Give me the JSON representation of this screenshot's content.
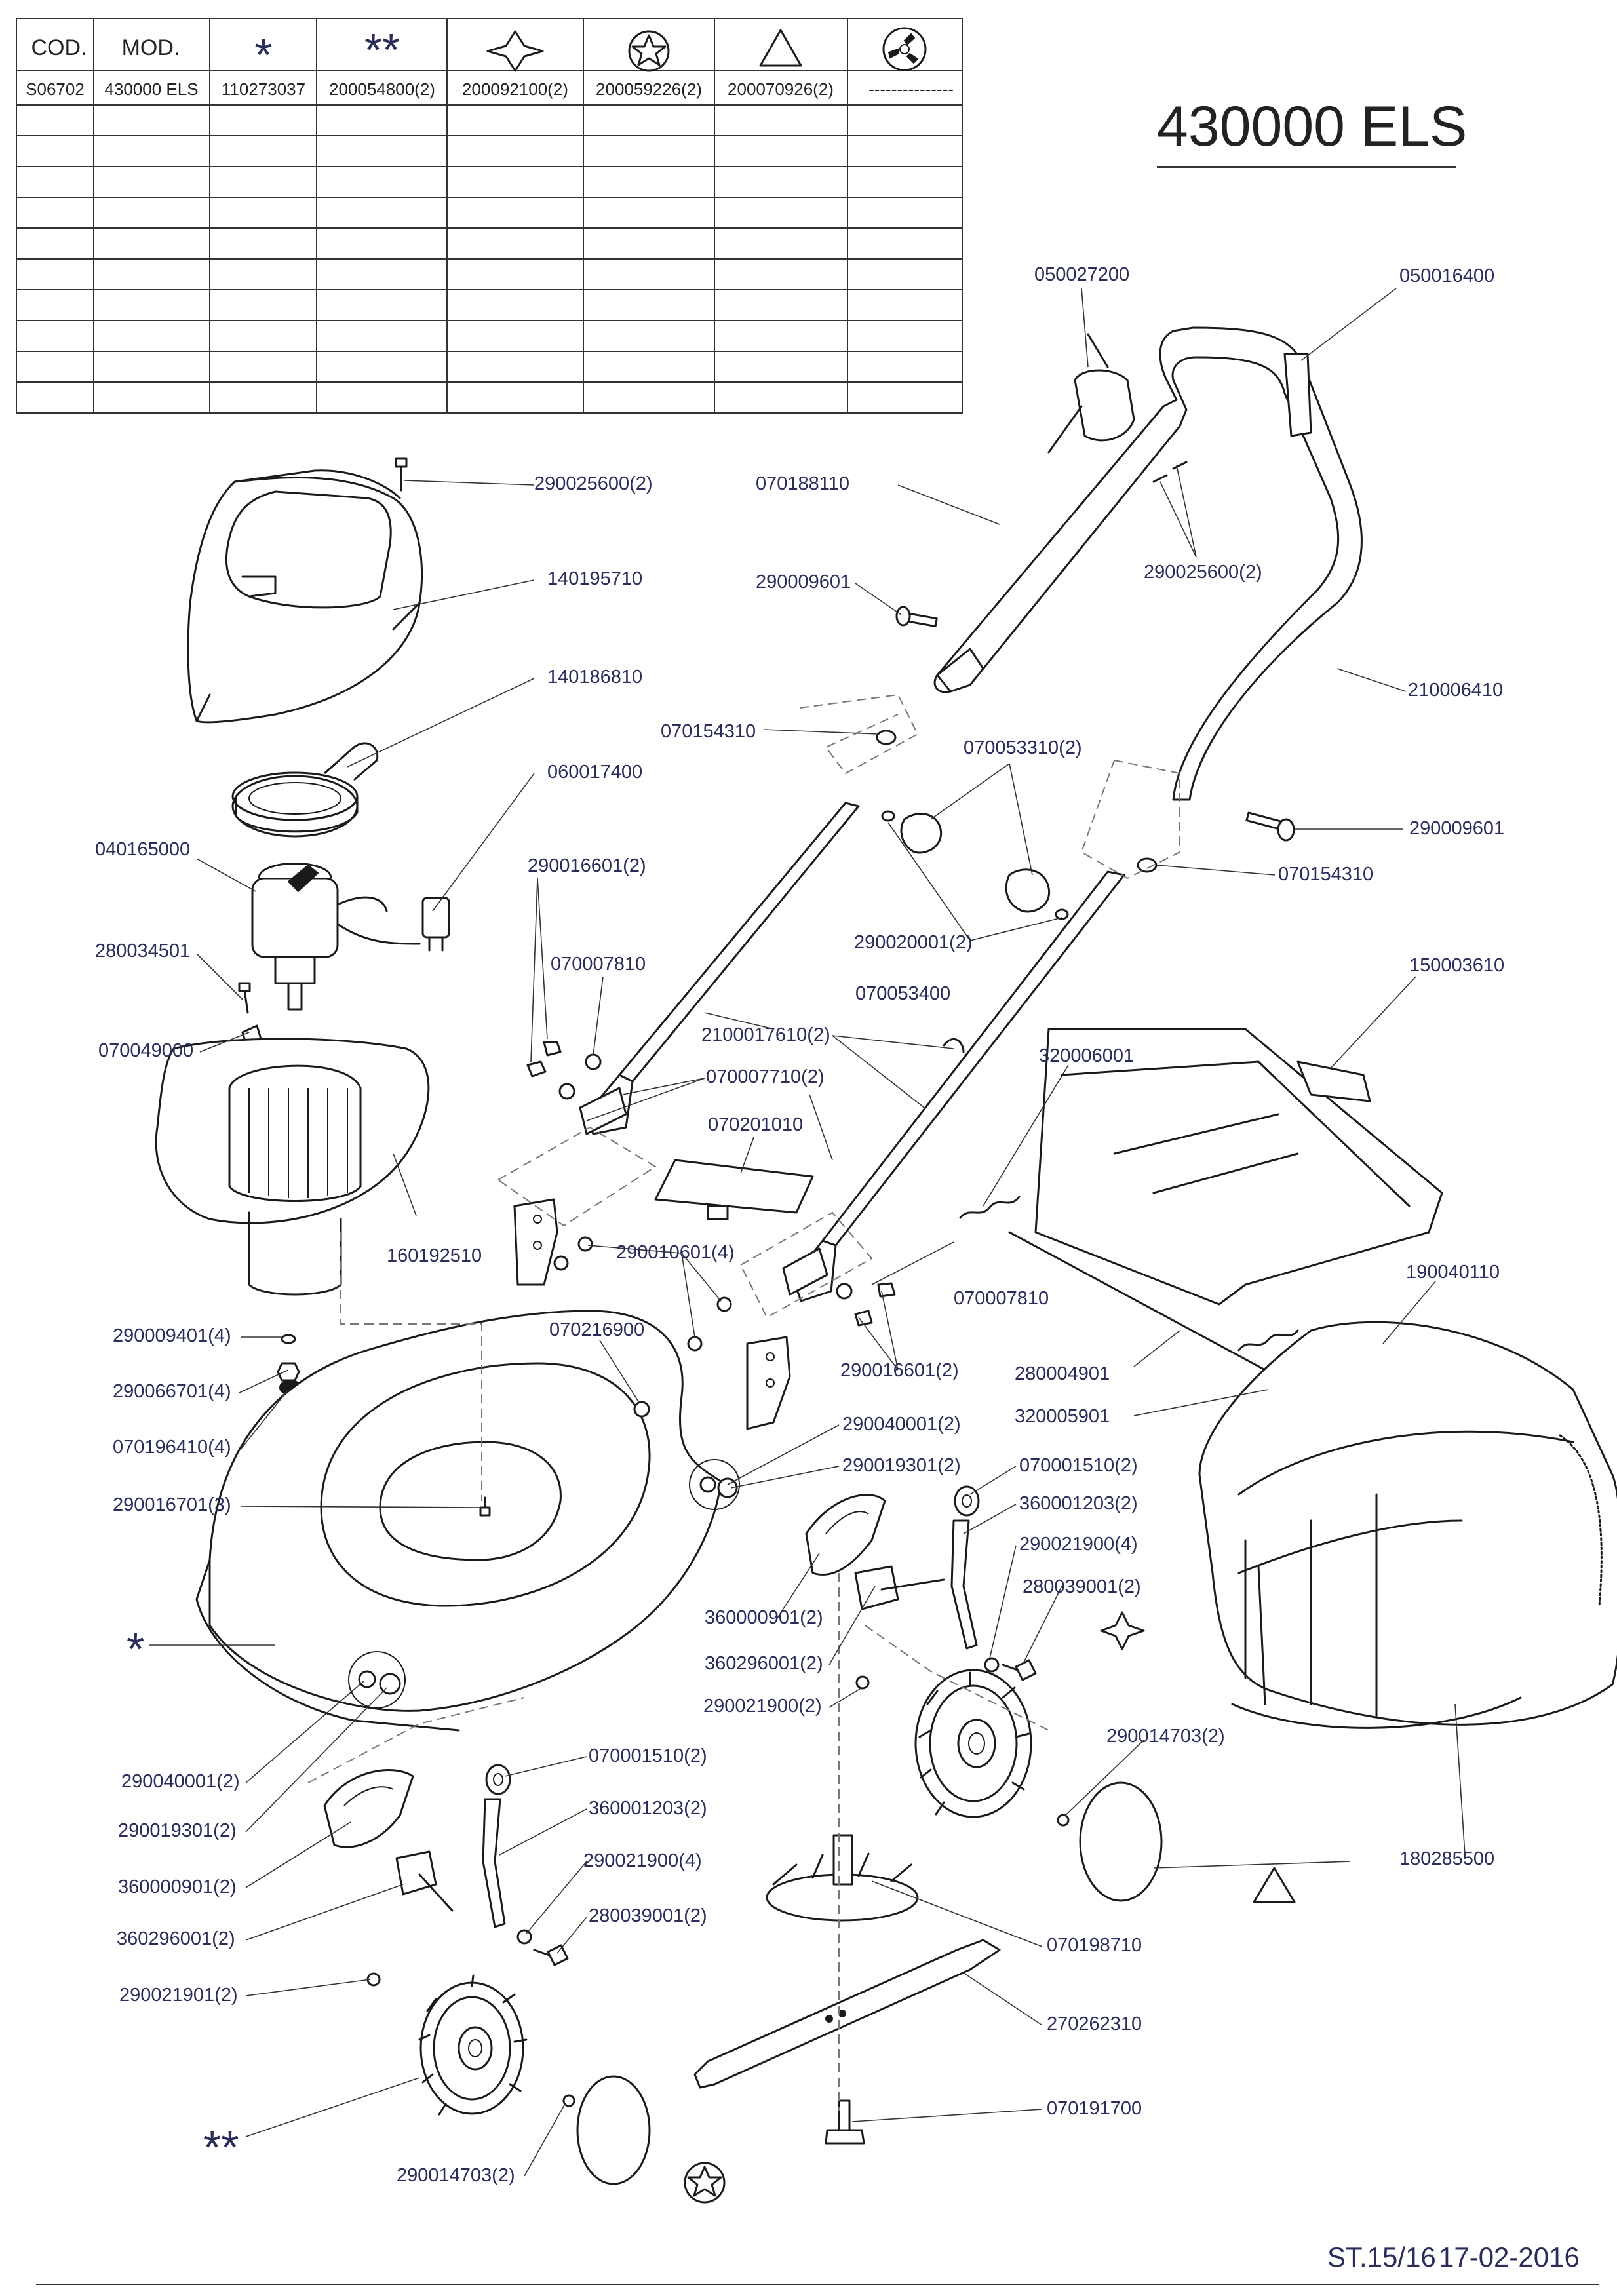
{
  "model_title": "430000 ELS",
  "footer": {
    "reference": "ST.15/16",
    "date": "17-02-2016"
  },
  "table": {
    "headers": [
      "COD.",
      "MOD.",
      "*",
      "**",
      "",
      "",
      "",
      ""
    ],
    "header_icons": [
      "",
      "",
      "",
      "",
      "four-point-star-icon",
      "star-in-circle-icon",
      "triangle-icon",
      "fan-circle-icon"
    ],
    "rows": [
      [
        "S06702",
        "430000 ELS",
        "110273037",
        "200054800(2)",
        "200092100(2)",
        "200059226(2)",
        "200070926(2)",
        "---------------"
      ]
    ],
    "empty_rows": 10
  },
  "callouts": {
    "c01": "290025600(2)",
    "c02": "140195710",
    "c03": "140186810",
    "c04": "060017400",
    "c05": "040165000",
    "c06": "280034501",
    "c07": "070049000",
    "c08": "160192510",
    "c09": "290009401(4)",
    "c10": "290066701(4)",
    "c11": "070196410(4)",
    "c12": "290016701(3)",
    "c13": "*",
    "c14": "290040001(2)",
    "c15": "290019301(2)",
    "c16": "360000901(2)",
    "c17": "360296001(2)",
    "c18": "290021901(2)",
    "c19": "**",
    "c20": "290014703(2)",
    "c21": "070001510(2)",
    "c22": "360001203(2)",
    "c23": "290021900(4)",
    "c24": "280039001(2)",
    "c25": "070198710",
    "c26": "270262310",
    "c27": "070191700",
    "c28": "290014703(2)",
    "c29": "180285500",
    "c30": "070001510(2)",
    "c31": "360001203(2)",
    "c32": "290021900(4)",
    "c33": "280039001(2)",
    "c34": "360000901(2)",
    "c35": "360296001(2)",
    "c36": "290021900(2)",
    "c37": "290040001(2)",
    "c38": "290019301(2)",
    "c39": "070216900",
    "c40": "290010601(4)",
    "c41": "290016601(2)",
    "c42": "070007810",
    "c43": "290016601(2)",
    "c44": "070007810",
    "c45": "070007710(2)",
    "c46": "070201010",
    "c47": "2100017610(2)",
    "c48": "070053400",
    "c49": "320006001",
    "c50": "150003610",
    "c51": "190040110",
    "c52": "280004901",
    "c53": "320005901",
    "c54": "070154310",
    "c55": "070053310(2)",
    "c56": "290020001(2)",
    "c57": "070154310",
    "c58": "290009601",
    "c59": "070188110",
    "c60": "290009601",
    "c61": "050027200",
    "c62": "050016400",
    "c63": "290025600(2)",
    "c64": "210006410"
  }
}
